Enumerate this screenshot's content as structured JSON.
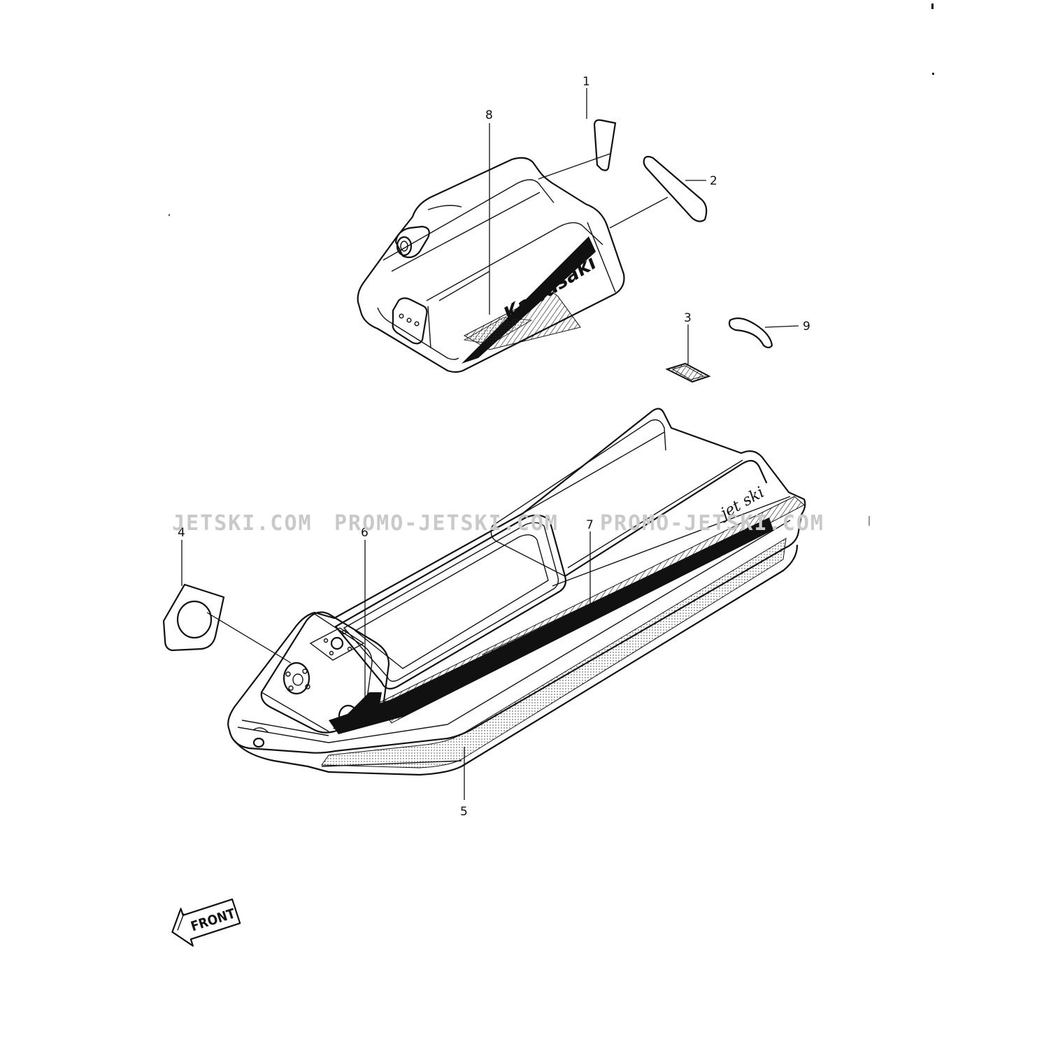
{
  "callouts": {
    "c1": "1",
    "c2": "2",
    "c3": "3",
    "c4": "4",
    "c5": "5",
    "c6": "6",
    "c7": "7",
    "c8": "8",
    "c9": "9"
  },
  "hood_brand": "Kawasaki",
  "hull_logo": "jet ski",
  "front_label": "FRONT",
  "watermarks": [
    "JETSKI.COM",
    "PROMO-JETSKI.COM",
    "PROMO-JETSKI.COM"
  ],
  "colors": {
    "ink": "#111111",
    "watermark": "#c9c9c9",
    "paper": "#ffffff"
  }
}
